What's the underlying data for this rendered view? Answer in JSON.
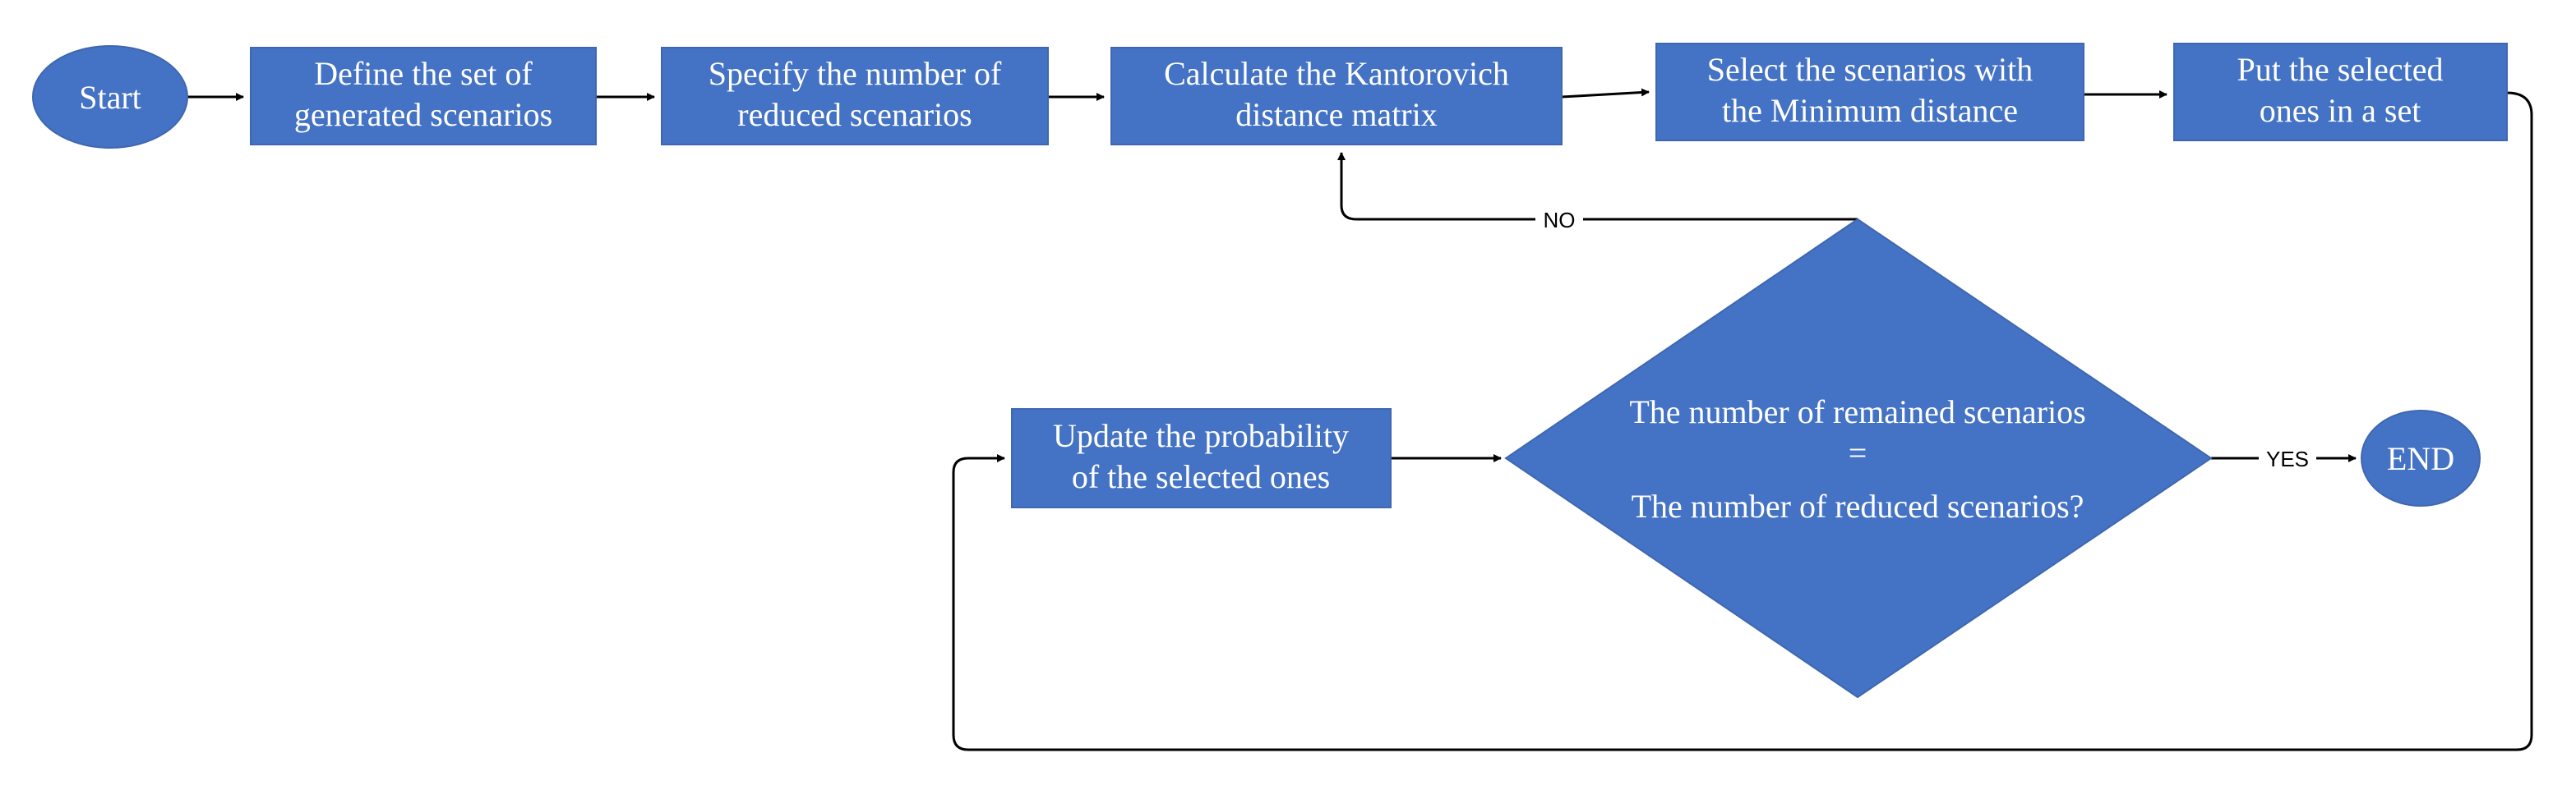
{
  "nodes": {
    "start": {
      "label": "Start"
    },
    "define_set": {
      "lines": [
        "Define the set of",
        "generated scenarios"
      ]
    },
    "specify_number": {
      "lines": [
        "Specify the number of",
        "reduced scenarios"
      ]
    },
    "calculate_matrix": {
      "lines": [
        "Calculate the Kantorovich",
        "distance matrix"
      ]
    },
    "select_min": {
      "lines": [
        "Select the scenarios with",
        "the Minimum distance"
      ]
    },
    "put_selected": {
      "lines": [
        "Put the selected",
        "ones in a set"
      ]
    },
    "decision": {
      "lines": [
        "The number of remained scenarios",
        "=",
        "The number of reduced scenarios?"
      ]
    },
    "update_prob": {
      "lines": [
        "Update the probability",
        "of the selected ones"
      ]
    },
    "end": {
      "label": "END"
    }
  },
  "edges": {
    "no_label": "NO",
    "yes_label": "YES"
  },
  "colors": {
    "node_fill": "#4472c4",
    "node_text": "#ffffff",
    "line": "#000000"
  }
}
